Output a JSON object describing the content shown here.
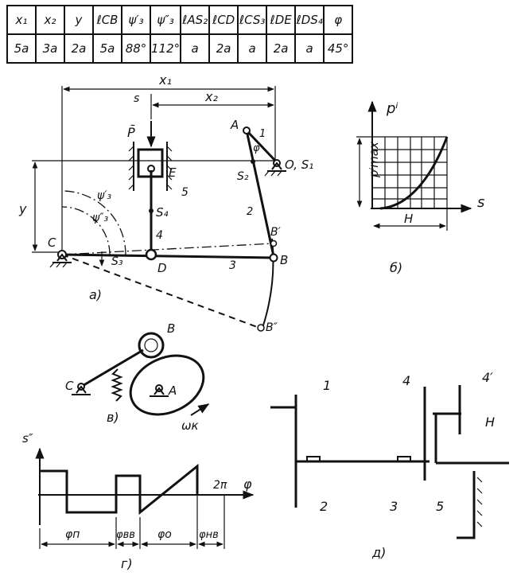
{
  "table": {
    "headers": [
      "x₁",
      "x₂",
      "y",
      "ℓCB",
      "ψ′₃",
      "ψ″₃",
      "ℓAS₂",
      "ℓCD",
      "ℓCS₃",
      "ℓDE",
      "ℓDS₄",
      "φ"
    ],
    "values": [
      "5a",
      "3a",
      "2a",
      "5a",
      "88°",
      "112°",
      "a",
      "2a",
      "a",
      "2a",
      "a",
      "45°"
    ]
  },
  "mechanism": {
    "x1": "x₁",
    "x2": "x₂",
    "y": "y",
    "s": "s",
    "P": "P̄",
    "A": "A",
    "O": "O, S₁",
    "E": "E",
    "D": "D",
    "C": "C",
    "B": "B",
    "B1": "B′",
    "B2": "B″",
    "S2": "S₂",
    "S3": "S₃",
    "S4": "S₄",
    "psi1": "ψ′₃",
    "psi2": "ψ″₃",
    "phi": "φ",
    "n1": "1",
    "n2": "2",
    "n3": "3",
    "n4": "4",
    "n5": "5",
    "caption": "а)"
  },
  "force_graph": {
    "y_label": "pⁱ",
    "pmax": "pⁱmax",
    "x_label": "s",
    "H": "H",
    "caption": "б)"
  },
  "cam": {
    "B": "B",
    "C": "C",
    "A": "A",
    "omega": "ωк",
    "caption": "в)"
  },
  "accel_graph": {
    "y_label": "s″",
    "period": "2π",
    "x_label": "φ",
    "phases": [
      "φп",
      "φвв",
      "φо",
      "φнв"
    ],
    "caption": "г)"
  },
  "gears": {
    "labels": [
      "1",
      "2",
      "3",
      "4",
      "4′",
      "H",
      "5"
    ],
    "caption": "д)"
  }
}
